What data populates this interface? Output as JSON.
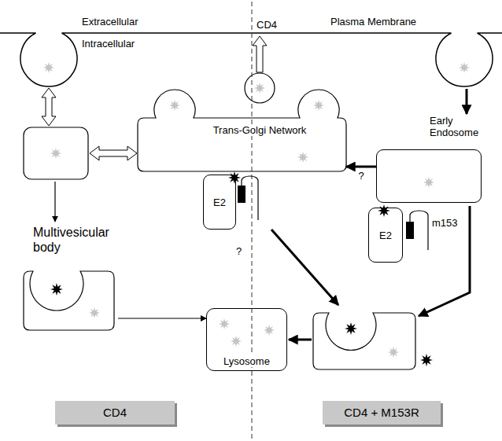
{
  "diagram": {
    "nodes": [
      {
        "text": [
          "Trans-Golgi Network"
        ]
      },
      {
        "text": [
          "Early Endosome"
        ]
      },
      {
        "text": [
          "E2"
        ]
      },
      {
        "text": [
          "E2"
        ]
      },
      {
        "text": [
          "Multivesicular body"
        ]
      },
      {
        "text": [
          "Lysosome"
        ]
      },
      {
        "text": [
          "CD4"
        ]
      },
      {
        "text": [
          "CD4 + M153R"
        ]
      }
    ],
    "edges": [
      {
        "from": 1,
        "to": 0,
        "label": "?",
        "arrow": "to"
      },
      {
        "from": 4,
        "to": 5,
        "arrow": "to"
      }
    ],
    "labels": [
      "Extracellular",
      "CD4",
      "Plasma Membrane",
      "Intracellular",
      "m153",
      "?"
    ]
  }
}
